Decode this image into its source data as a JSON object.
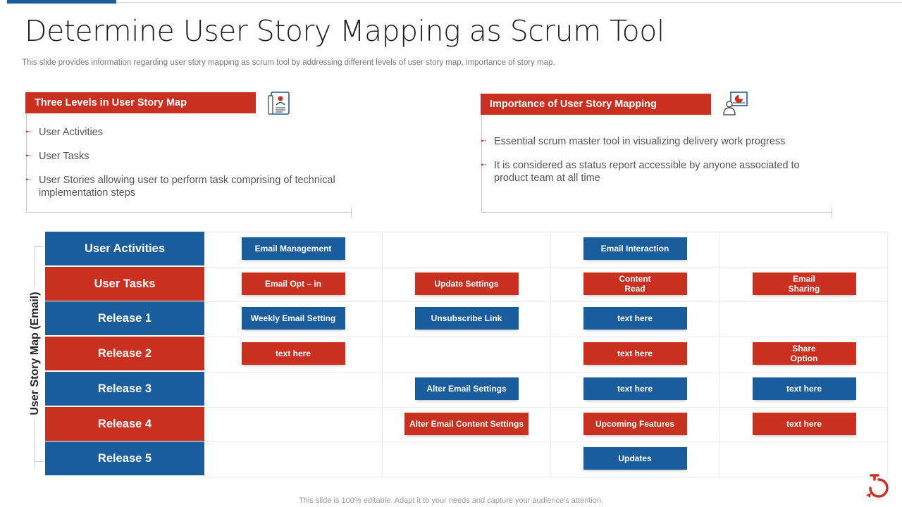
{
  "title": "Determine User Story Mapping as Scrum Tool",
  "subtitle": "This slide provides information regarding user story mapping as scrum tool by addressing different levels of user story map, importance of story map.",
  "panels": {
    "left": {
      "heading": "Three Levels in User Story Map",
      "icon": "id-card-document-icon",
      "bullets": [
        "User Activities",
        "User Tasks",
        "User Stories allowing user to perform task comprising of technical implementation steps"
      ]
    },
    "right": {
      "heading": "Importance of User Story Mapping",
      "icon": "presenter-chart-icon",
      "bullets": [
        "Essential scrum master tool in visualizing delivery work progress",
        "It is considered as status report accessible by anyone associated to product team at all time"
      ]
    }
  },
  "map": {
    "side_label": "User Story Map (Email)",
    "rows": [
      {
        "label": "User Activities",
        "color": "blue",
        "cells": [
          "Email Management",
          "",
          "Email Interaction",
          ""
        ]
      },
      {
        "label": "User Tasks",
        "color": "red",
        "cells": [
          "Email Opt – in",
          "Update Settings",
          "Content\nRead",
          "Email\nSharing"
        ]
      },
      {
        "label": "Release 1",
        "color": "blue",
        "cells": [
          "Weekly Email Setting",
          "Unsubscribe Link",
          "text here",
          ""
        ]
      },
      {
        "label": "Release 2",
        "color": "red",
        "cells": [
          "text here",
          "",
          "text here",
          "Share\nOption"
        ]
      },
      {
        "label": "Release 3",
        "color": "blue",
        "cells": [
          "",
          "Alter Email Settings",
          "text here",
          "text here"
        ]
      },
      {
        "label": "Release 4",
        "color": "red",
        "cells": [
          "",
          "Alter Email Content Settings",
          "Upcoming Features",
          "text here"
        ]
      },
      {
        "label": "Release 5",
        "color": "blue",
        "cells": [
          "",
          "",
          "Updates",
          ""
        ]
      }
    ]
  },
  "colors": {
    "blue": "#1a5d9c",
    "red": "#c9301f"
  },
  "footer": "This slide is 100% editable. Adapt it to your needs and capture your audience's attention."
}
